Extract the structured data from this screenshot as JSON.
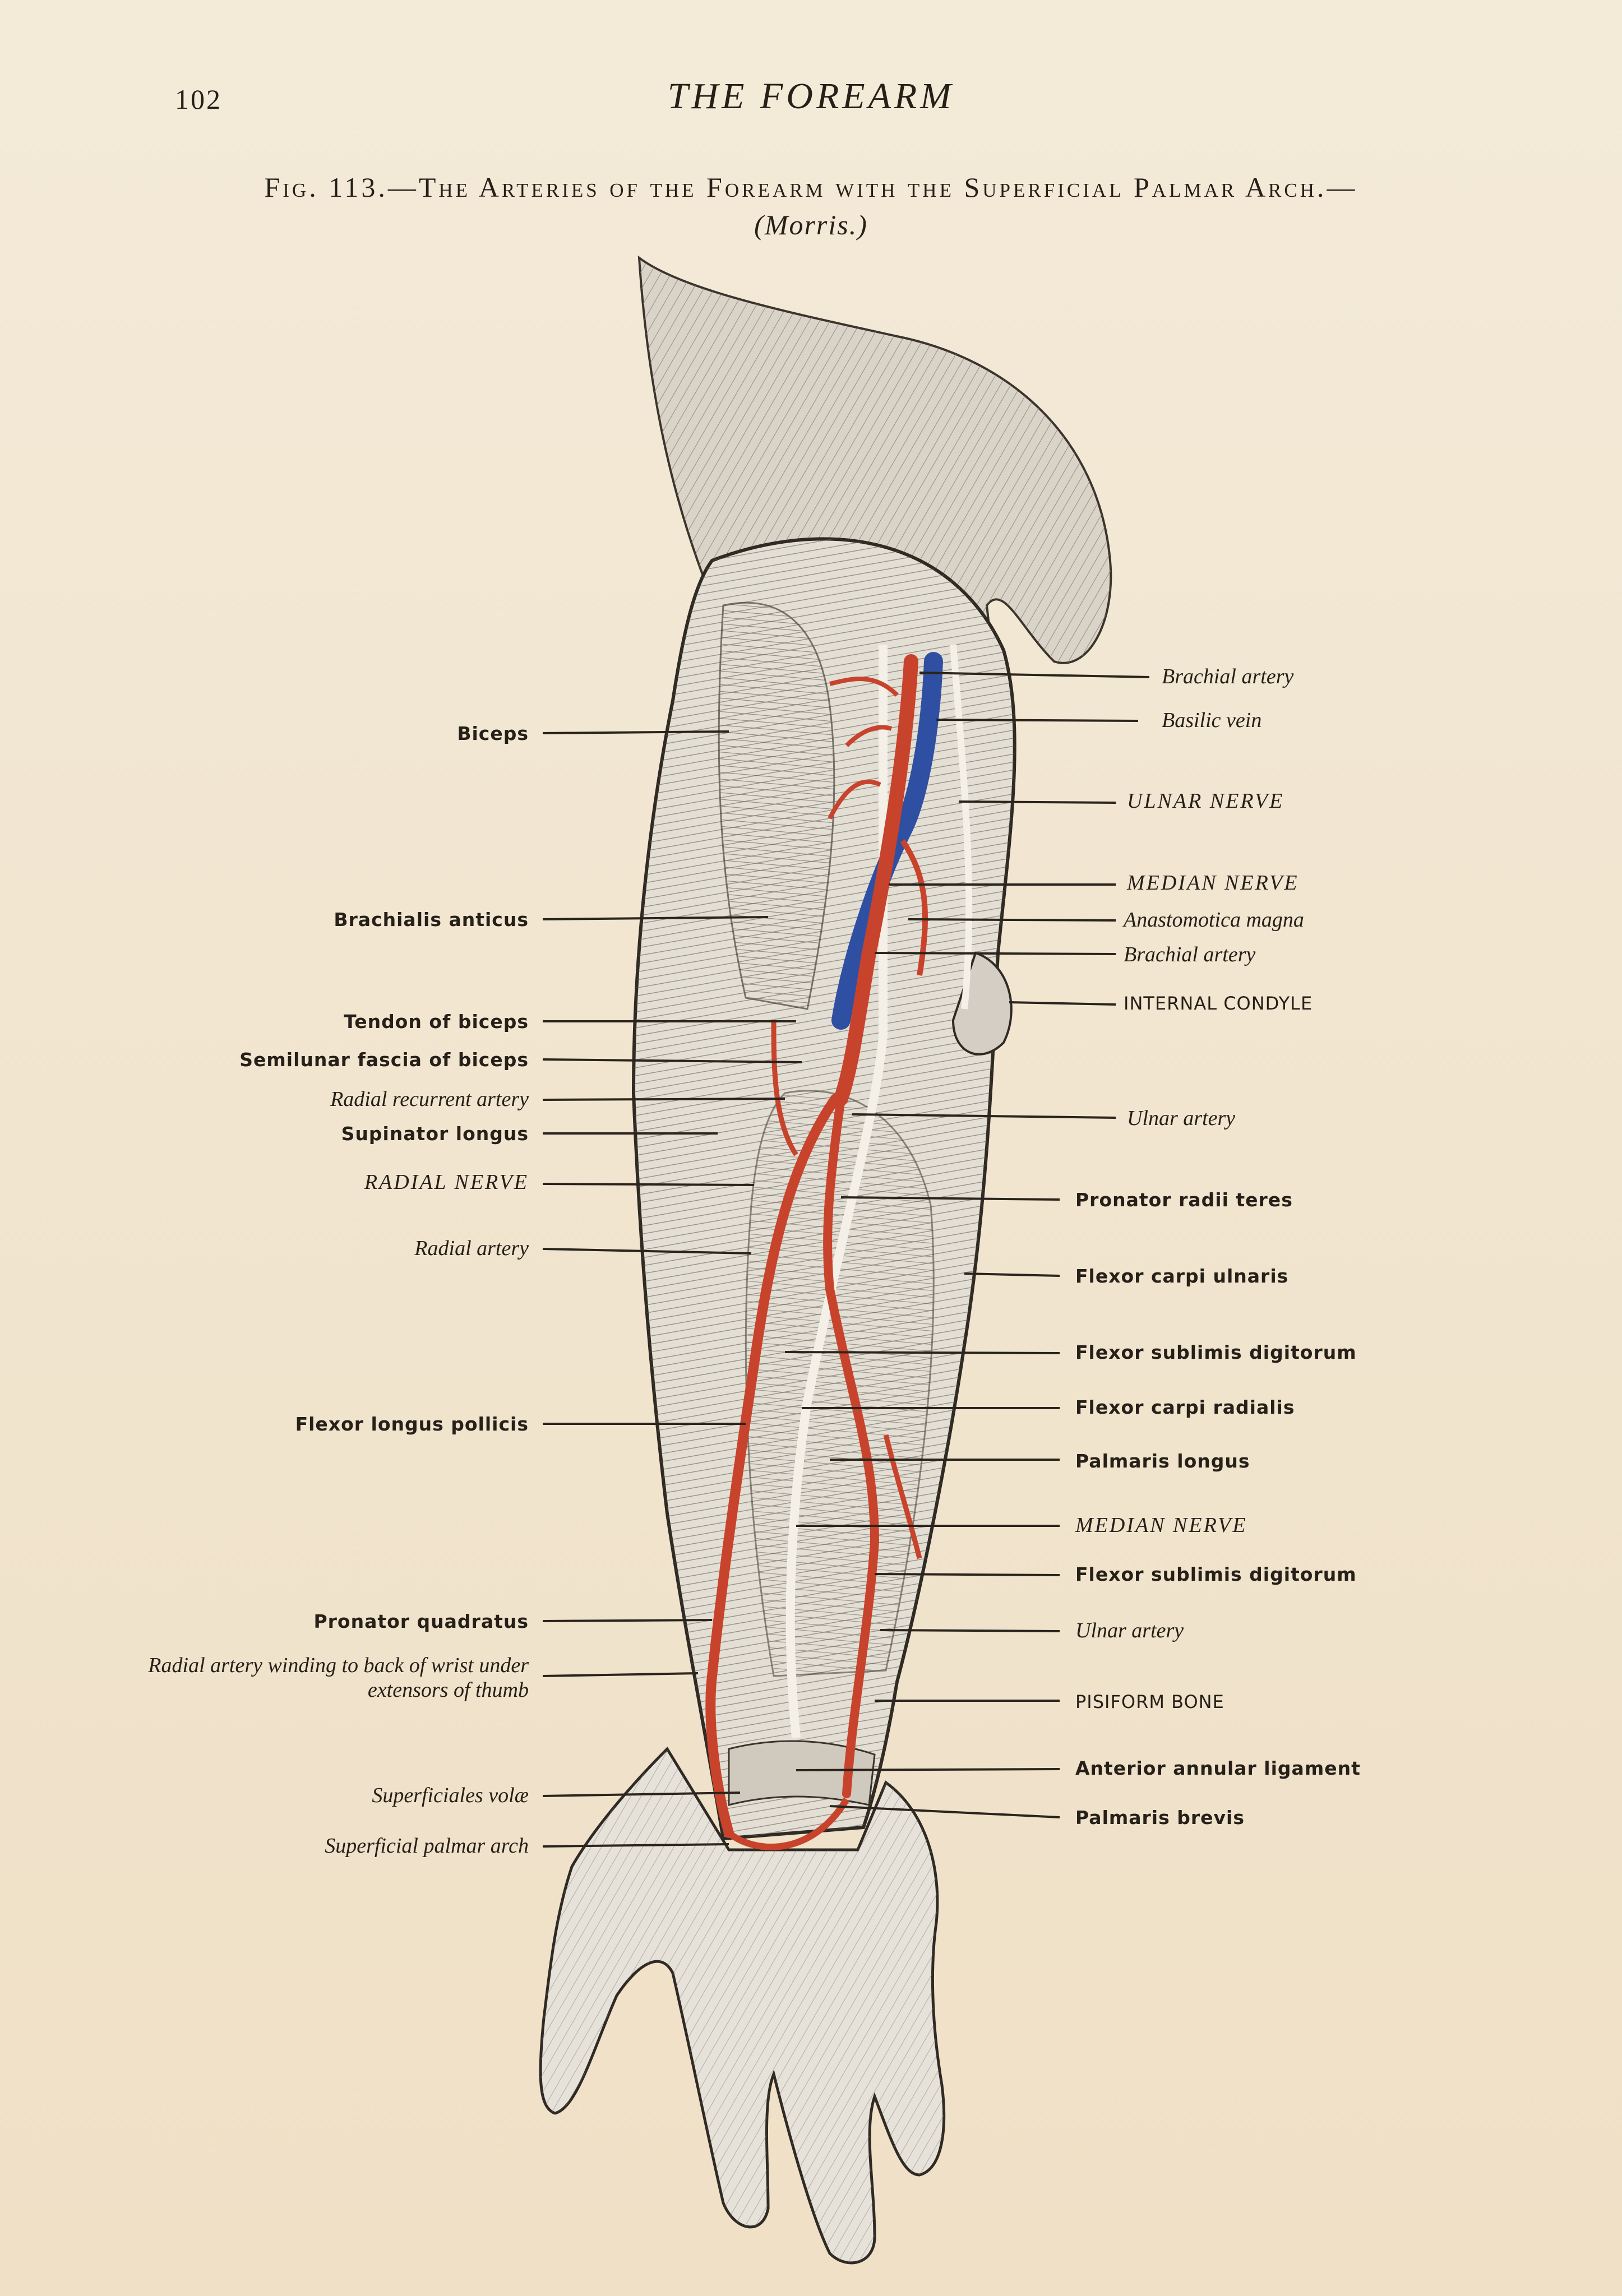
{
  "header": {
    "page_number": "102",
    "running_title": "THE FOREARM"
  },
  "figure": {
    "caption_line1": "Fig. 113.—The Arteries of the Forearm with the Superficial Palmar Arch.—",
    "caption_line2": "(Morris.)"
  },
  "colors": {
    "paper": "#f2e6d1",
    "ink": "#262019",
    "artery": "#c8432b",
    "vein": "#2f4fa3"
  },
  "labels_left": [
    {
      "id": "biceps",
      "text": "Biceps",
      "style": "bold"
    },
    {
      "id": "brachialis-anticus",
      "text": "Brachialis anticus",
      "style": "bold"
    },
    {
      "id": "tendon-of-biceps",
      "text": "Tendon of biceps",
      "style": "bold"
    },
    {
      "id": "semilunar-fascia",
      "text": "Semilunar fascia of biceps",
      "style": "bold"
    },
    {
      "id": "radial-recurrent-artery",
      "text": "Radial recurrent artery",
      "style": "ital"
    },
    {
      "id": "supinator-longus",
      "text": "Supinator longus",
      "style": "bold"
    },
    {
      "id": "radial-nerve",
      "text": "RADIAL NERVE",
      "style": "caps"
    },
    {
      "id": "radial-artery",
      "text": "Radial artery",
      "style": "ital"
    },
    {
      "id": "flexor-longus-pollicis",
      "text": "Flexor longus pollicis",
      "style": "bold"
    },
    {
      "id": "pronator-quadratus",
      "text": "Pronator quadratus",
      "style": "bold"
    },
    {
      "id": "radial-artery-winding",
      "text": "Radial artery winding to back of wrist under extensors of thumb",
      "style": "ital"
    },
    {
      "id": "superficiales-volae",
      "text": "Superficiales volæ",
      "style": "ital"
    },
    {
      "id": "superficial-palmar-arch",
      "text": "Superficial palmar arch",
      "style": "ital"
    }
  ],
  "labels_right": [
    {
      "id": "brachial-artery-1",
      "text": "Brachial artery",
      "style": "ital"
    },
    {
      "id": "basilic-vein",
      "text": "Basilic vein",
      "style": "ital"
    },
    {
      "id": "ulnar-nerve",
      "text": "ULNAR NERVE",
      "style": "caps"
    },
    {
      "id": "median-nerve-1",
      "text": "MEDIAN NERVE",
      "style": "caps"
    },
    {
      "id": "anastomotica-magna",
      "text": "Anastomotica magna",
      "style": "ital"
    },
    {
      "id": "brachial-artery-2",
      "text": "Brachial artery",
      "style": "ital"
    },
    {
      "id": "internal-condyle",
      "text": "INTERNAL CONDYLE",
      "style": "smallcaps"
    },
    {
      "id": "ulnar-artery-1",
      "text": "Ulnar artery",
      "style": "ital"
    },
    {
      "id": "pronator-radii-teres",
      "text": "Pronator radii teres",
      "style": "bold"
    },
    {
      "id": "flexor-carpi-ulnaris",
      "text": "Flexor carpi ulnaris",
      "style": "bold"
    },
    {
      "id": "flexor-sublimis-1",
      "text": "Flexor sublimis digitorum",
      "style": "bold"
    },
    {
      "id": "flexor-carpi-radialis",
      "text": "Flexor carpi radialis",
      "style": "bold"
    },
    {
      "id": "palmaris-longus",
      "text": "Palmaris longus",
      "style": "bold"
    },
    {
      "id": "median-nerve-2",
      "text": "MEDIAN NERVE",
      "style": "caps"
    },
    {
      "id": "flexor-sublimis-2",
      "text": "Flexor sublimis digitorum",
      "style": "bold"
    },
    {
      "id": "ulnar-artery-2",
      "text": "Ulnar artery",
      "style": "ital"
    },
    {
      "id": "pisiform-bone",
      "text": "PISIFORM BONE",
      "style": "smallcaps"
    },
    {
      "id": "anterior-annular-ligament",
      "text": "Anterior annular ligament",
      "style": "bold"
    },
    {
      "id": "palmaris-brevis",
      "text": "Palmaris brevis",
      "style": "bold"
    }
  ]
}
